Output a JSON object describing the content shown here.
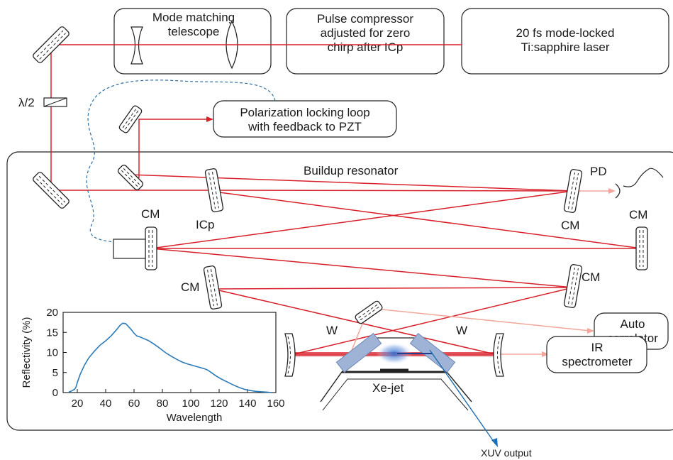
{
  "boxes": {
    "telescope": "Mode matching\ntelescope",
    "compressor": "Pulse compressor\nadjusted for zero\nchirp after ICp",
    "laser": "20 fs mode-locked\nTi:sapphire laser",
    "polarization": "Polarization locking loop\nwith feedback to PZT",
    "autocorrelator": "Auto\ncorrelator",
    "spectrometer": "IR\nspectrometer"
  },
  "labels": {
    "half_wave": "λ/2",
    "resonator": "Buildup resonator",
    "pd": "PD",
    "icp": "ICp",
    "cm_left": "CM",
    "cm_mid_left": "CM",
    "cm_right_upper": "CM",
    "cm_far_right": "CM",
    "cm_right_lower": "CM",
    "w_left": "W",
    "w_right": "W",
    "xe_jet": "Xe-jet",
    "xuv_output": "XUV output"
  },
  "colors": {
    "beam": "#d8202a",
    "beam_weak": "#f2a69a",
    "xuv": "#1f6fb2",
    "curve": "#2a7ab8",
    "window": "#9fb3d6"
  },
  "chart_data": {
    "type": "line",
    "title": "",
    "xlabel": "Wavelength",
    "ylabel": "Reflectivity (%)",
    "xlim": [
      10,
      160
    ],
    "ylim": [
      0,
      20
    ],
    "xticks": [
      20,
      40,
      60,
      80,
      100,
      120,
      140,
      160
    ],
    "yticks": [
      0,
      5,
      10,
      15,
      20
    ],
    "grid": false,
    "series": [
      {
        "x": [
          14,
          16,
          18,
          19,
          20,
          22,
          25,
          28,
          32,
          36,
          40,
          44,
          48,
          50,
          52,
          54,
          56,
          58,
          60,
          62,
          64,
          66,
          68,
          70,
          74,
          78,
          82,
          86,
          90,
          94,
          98,
          102,
          106,
          110,
          112,
          114,
          118,
          122,
          126,
          130,
          134,
          138,
          142,
          146,
          150,
          154,
          157
        ],
        "y": [
          0.1,
          0.4,
          0.8,
          1.3,
          2.5,
          4.5,
          6.8,
          8.6,
          10.3,
          11.8,
          12.9,
          14.2,
          15.8,
          16.7,
          17.3,
          17.2,
          16.5,
          15.7,
          14.8,
          14.1,
          13.9,
          13.6,
          13.3,
          13.0,
          12.1,
          11.1,
          10.0,
          9.1,
          8.3,
          7.6,
          7.1,
          6.7,
          6.3,
          5.9,
          5.6,
          5.1,
          4.1,
          3.3,
          2.6,
          1.9,
          1.3,
          0.8,
          0.5,
          0.3,
          0.2,
          0.1,
          0.0
        ]
      }
    ]
  }
}
